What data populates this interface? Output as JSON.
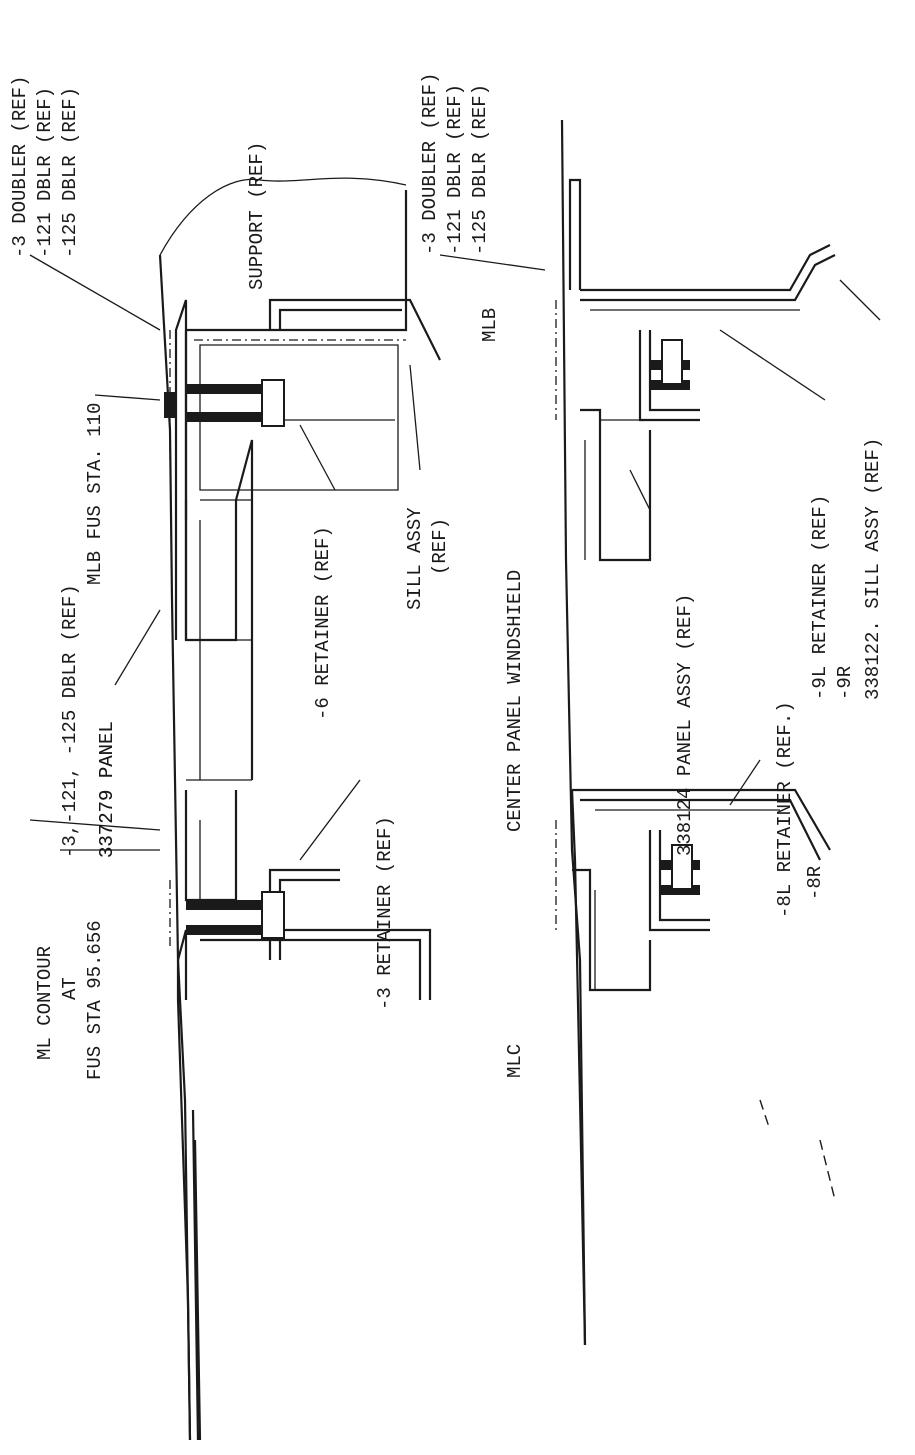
{
  "views": {
    "upper_left": {
      "doubler_1": "-3 DOUBLER (REF)",
      "doubler_2": "-121 DBLR (REF)",
      "doubler_3": "-125 DBLR (REF)",
      "support": "SUPPORT (REF)",
      "station": "MLB FUS STA. 110",
      "panel": "337279 PANEL",
      "retainer": "-6 RETAINER (REF)",
      "sill_1": "SILL ASSY",
      "sill_2": "(REF)"
    },
    "upper_right": {
      "doubler_1": "-3 DOUBLER (REF)",
      "doubler_2": "-121 DBLR (REF)",
      "doubler_3": "-125 DBLR (REF)",
      "mlb": "MLB",
      "panel_title": "CENTER PANEL WINDSHIELD",
      "panel": "338124 PANEL ASSY (REF)",
      "retainer_1": "-9L RETAINER (REF)",
      "retainer_2": "-9R",
      "sill": "338122. SILL ASSY (REF)"
    },
    "lower_left": {
      "contour_1": "ML CONTOUR",
      "contour_2": "AT",
      "contour_3": "FUS STA 95.656",
      "doubler": "-3,-121, -125 DBLR (REF)",
      "panel": "337279 PANEL",
      "retainer": "-3 RETAINER (REF)"
    },
    "lower_right": {
      "mlc": "MLC",
      "retainer_1": "-8L RETAINER (REF.)",
      "retainer_2": "-8R"
    }
  }
}
